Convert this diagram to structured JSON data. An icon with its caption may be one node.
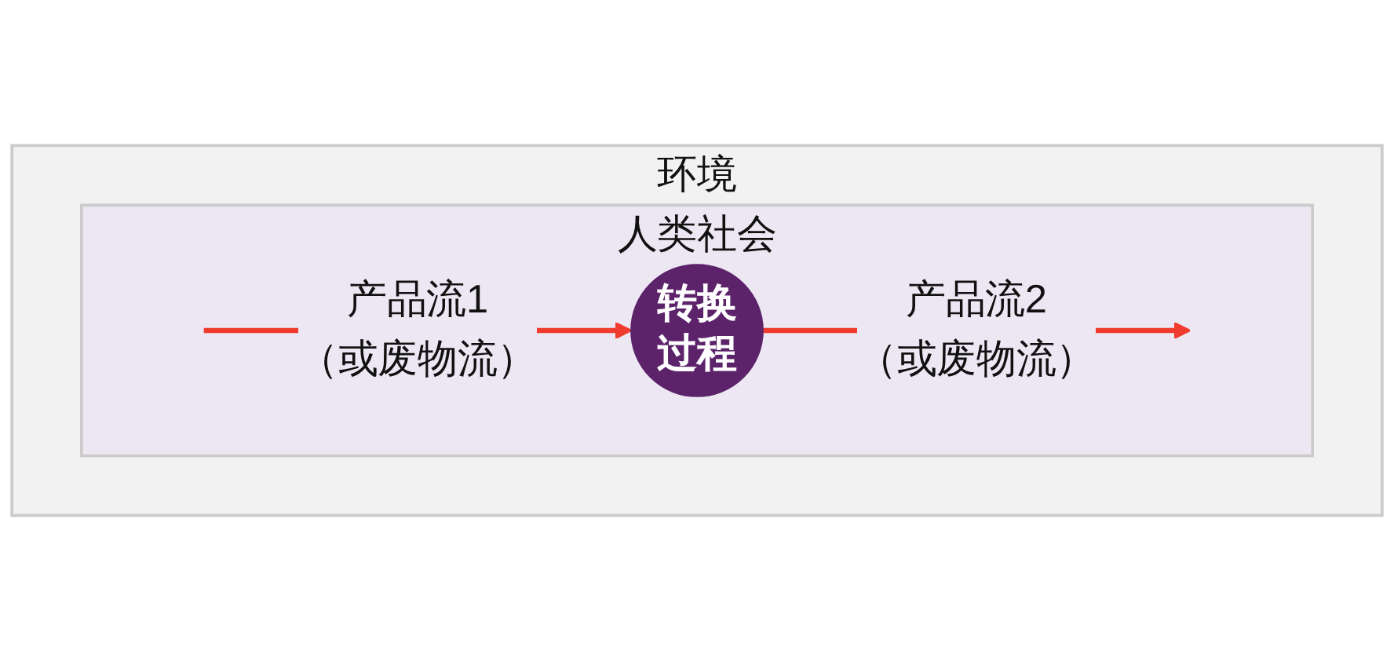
{
  "diagram": {
    "nodes": [
      {
        "text": [
          "环境"
        ]
      },
      {
        "text": [
          "人类社会"
        ],
        "in": 0
      },
      {
        "text": [
          "转换过程"
        ],
        "in": 1
      }
    ],
    "edges": [
      {
        "from": null,
        "to": 2,
        "arrow": "to",
        "label": "产品流1（或废物流）"
      },
      {
        "from": 2,
        "to": null,
        "arrow": "to",
        "label": "产品流2（或废物流）"
      }
    ]
  }
}
